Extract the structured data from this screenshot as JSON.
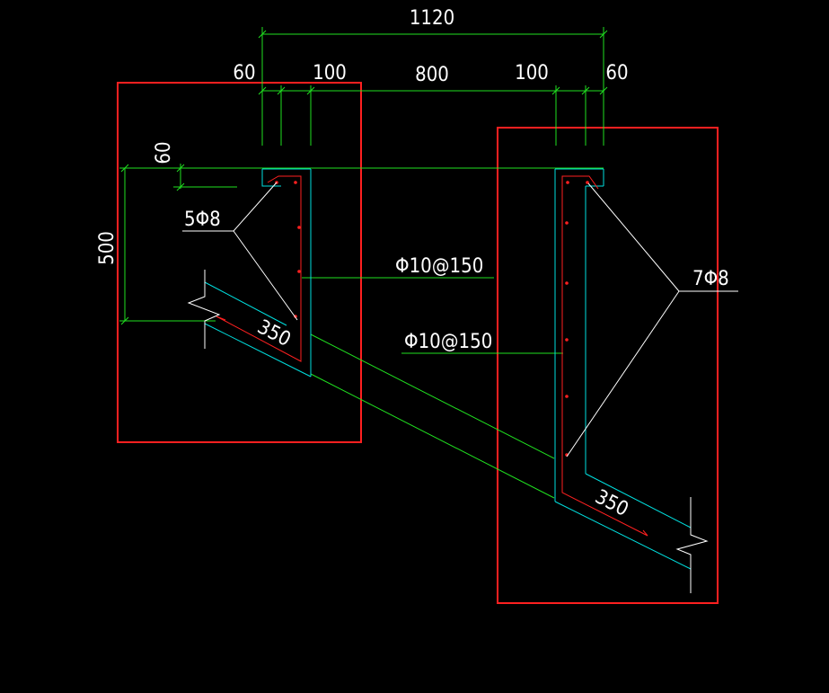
{
  "colors": {
    "background": "#000000",
    "frame": "#ff2020",
    "concrete": "#00e0e0",
    "dimension": "#20e020",
    "leader": "#ffffff",
    "rebar": "#ff2020"
  },
  "dimensions": {
    "overall": "1120",
    "left_cover": "60",
    "left_wall": "100",
    "span": "800",
    "right_wall": "100",
    "right_cover": "60",
    "top_depth": "60",
    "height": "500",
    "left_thickness": "350",
    "right_thickness": "350"
  },
  "callouts": {
    "left_bars": "5Φ8",
    "left_stirrup": "Φ10@150",
    "right_stirrup": "Φ10@150",
    "right_bars": "7Φ8"
  }
}
